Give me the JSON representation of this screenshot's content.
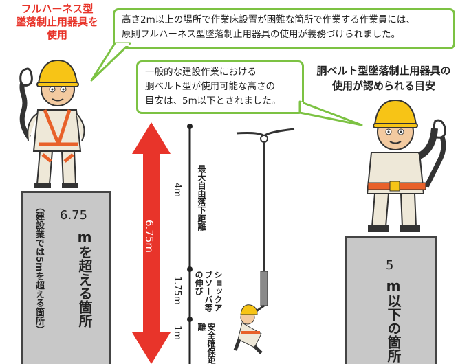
{
  "left_title": [
    "フルハーネス型",
    "墜落制止用器具を",
    "使用"
  ],
  "right_title": [
    "胴ベルト型墜落制止用器具の",
    "使用が認められる目安"
  ],
  "top_bubble": [
    "高さ2m以上の場所で作業床設置が困難な箇所で作業する作業員には、",
    "原則フルハーネス型墜落制止用器具の使用が義務づけられました。"
  ],
  "mid_bubble": [
    "一般的な建設作業における",
    "胴ベルト型が使用可能な高さの",
    "目安は、5m以下とされました。"
  ],
  "left_pillar": {
    "value": "6.75",
    "main": "mを超える箇所",
    "note": "（建設業では5mを超える箇所）"
  },
  "right_pillar": {
    "value": "5",
    "main": "m以下の箇所"
  },
  "arrow_label": "6.75m",
  "scale": {
    "seg1_value": "4m",
    "seg1_label": "最大自由落下距離",
    "seg2_value": "1.75m",
    "seg2_label": "ショックアブソーバ等の伸び",
    "seg3_value": "1m",
    "seg3_label": "安全確保距離"
  },
  "colors": {
    "red": "#e8342a",
    "green": "#7cc243",
    "pillar": "#c8c8c8"
  }
}
